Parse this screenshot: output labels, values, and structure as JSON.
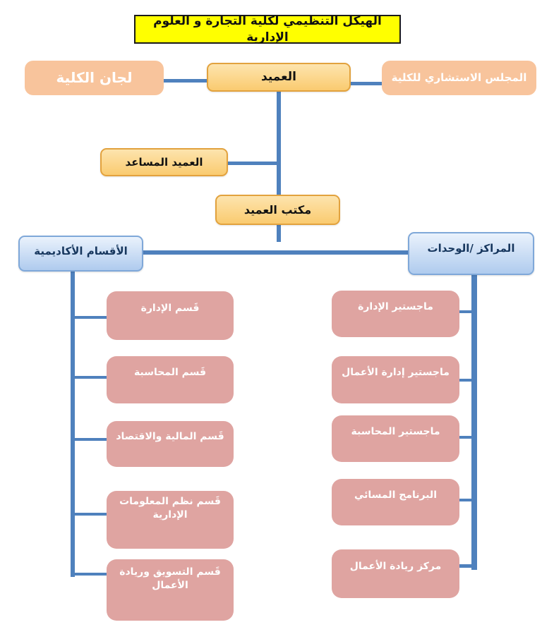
{
  "title": "الهيكل التنظيمي لكلية التجارة و العلوم الإدارية",
  "nodes": {
    "committees": "لجان الكلية",
    "dean": "العميد",
    "advisory_council": "المجلس الاستشاري للكلية",
    "assistant_dean": "العميد المساعد",
    "dean_office": "مكتب العميد",
    "academic_departments": "الأقسام الأكاديمية",
    "centers_units": "المراكز /الوحدات"
  },
  "departments": [
    "قَسم الإدارة",
    "قَسم المحاسبة",
    "قَسم المالية والاقتصاد",
    "قَسم نظم المعلومات الإدارية",
    "قَسم التسويق وريادة الأعمال"
  ],
  "centers": [
    "ماجستير الإدارة",
    "ماجستير إدارة الأعمال",
    "ماجستير المحاسبة",
    "البرنامج المسائي",
    "مركز ريادة الأعمال"
  ],
  "colors": {
    "title_bg": "#FFFF00",
    "gold_box": "#FBD072",
    "peach_box": "#F8C49C",
    "blue_box": "#C3D8F1",
    "pink_box": "#DFA4A1",
    "connector": "#4F81BD"
  }
}
